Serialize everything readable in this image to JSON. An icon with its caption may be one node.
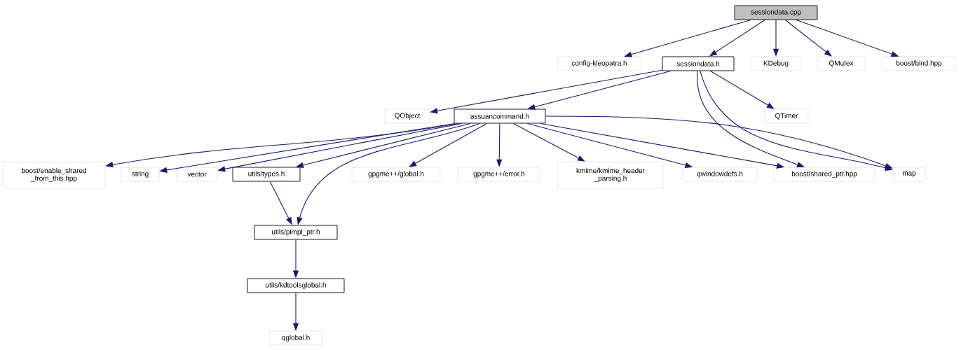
{
  "diagram": {
    "nodes": [
      {
        "text": [
          "sessiondata.cpp"
        ]
      },
      {
        "text": [
          "config-kleopatra.h"
        ]
      },
      {
        "text": [
          "sessiondata.h"
        ]
      },
      {
        "text": [
          "KDebug"
        ]
      },
      {
        "text": [
          "QMutex"
        ]
      },
      {
        "text": [
          "boost/bind.hpp"
        ]
      },
      {
        "text": [
          "QObject"
        ]
      },
      {
        "text": [
          "assuancommand.h"
        ]
      },
      {
        "text": [
          "QTimer"
        ]
      },
      {
        "text": [
          "boost/enable_shared _from_this.hpp"
        ]
      },
      {
        "text": [
          "string"
        ]
      },
      {
        "text": [
          "vector"
        ]
      },
      {
        "text": [
          "utils/types.h"
        ]
      },
      {
        "text": [
          "gpgme++/global.h"
        ]
      },
      {
        "text": [
          "gpgme++/error.h"
        ]
      },
      {
        "text": [
          "kmime/kmime_header _parsing.h"
        ]
      },
      {
        "text": [
          "qwindowdefs.h"
        ]
      },
      {
        "text": [
          "boost/shared_ptr.hpp"
        ]
      },
      {
        "text": [
          "map"
        ]
      },
      {
        "text": [
          "utils/pimpl_ptr.h"
        ]
      },
      {
        "text": [
          "utils/kdtoolsglobal.h"
        ]
      },
      {
        "text": [
          "qglobal.h"
        ]
      }
    ],
    "edges": [
      {
        "from": 0,
        "to": 1,
        "arrow": "to"
      },
      {
        "from": 0,
        "to": 2,
        "arrow": "to"
      },
      {
        "from": 0,
        "to": 3,
        "arrow": "to"
      },
      {
        "from": 0,
        "to": 4,
        "arrow": "to"
      },
      {
        "from": 0,
        "to": 5,
        "arrow": "to"
      },
      {
        "from": 2,
        "to": 6,
        "arrow": "to"
      },
      {
        "from": 2,
        "to": 7,
        "arrow": "to"
      },
      {
        "from": 2,
        "to": 8,
        "arrow": "to"
      },
      {
        "from": 2,
        "to": 17,
        "arrow": "to"
      },
      {
        "from": 2,
        "to": 18,
        "arrow": "to"
      },
      {
        "from": 7,
        "to": 9,
        "arrow": "to"
      },
      {
        "from": 7,
        "to": 10,
        "arrow": "to"
      },
      {
        "from": 7,
        "to": 11,
        "arrow": "to"
      },
      {
        "from": 7,
        "to": 12,
        "arrow": "to"
      },
      {
        "from": 7,
        "to": 13,
        "arrow": "to"
      },
      {
        "from": 7,
        "to": 14,
        "arrow": "to"
      },
      {
        "from": 7,
        "to": 15,
        "arrow": "to"
      },
      {
        "from": 7,
        "to": 16,
        "arrow": "to"
      },
      {
        "from": 7,
        "to": 17,
        "arrow": "to"
      },
      {
        "from": 7,
        "to": 18,
        "arrow": "to"
      },
      {
        "from": 7,
        "to": 19,
        "arrow": "to"
      },
      {
        "from": 12,
        "to": 19,
        "arrow": "to"
      },
      {
        "from": 19,
        "to": 20,
        "arrow": "to"
      },
      {
        "from": 20,
        "to": 21,
        "arrow": "to"
      }
    ]
  }
}
